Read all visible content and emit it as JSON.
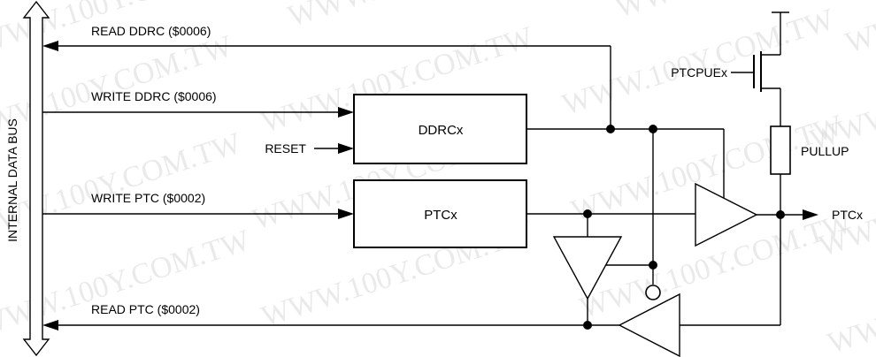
{
  "diagram": {
    "bus_label": "INTERNAL DATA BUS",
    "signals": {
      "read_ddrc": "READ DDRC ($0006)",
      "write_ddrc": "WRITE DDRC ($0006)",
      "reset": "RESET",
      "write_ptc": "WRITE PTC ($0002)",
      "read_ptc": "READ PTC ($0002)"
    },
    "blocks": {
      "ddrc": "DDRCx",
      "ptc": "PTCx"
    },
    "components": {
      "pullup_enable": "PTCPUEx",
      "pullup": "PULLUP",
      "pin": "PTCx"
    },
    "watermark": "WWW.100Y.COM.TW"
  }
}
